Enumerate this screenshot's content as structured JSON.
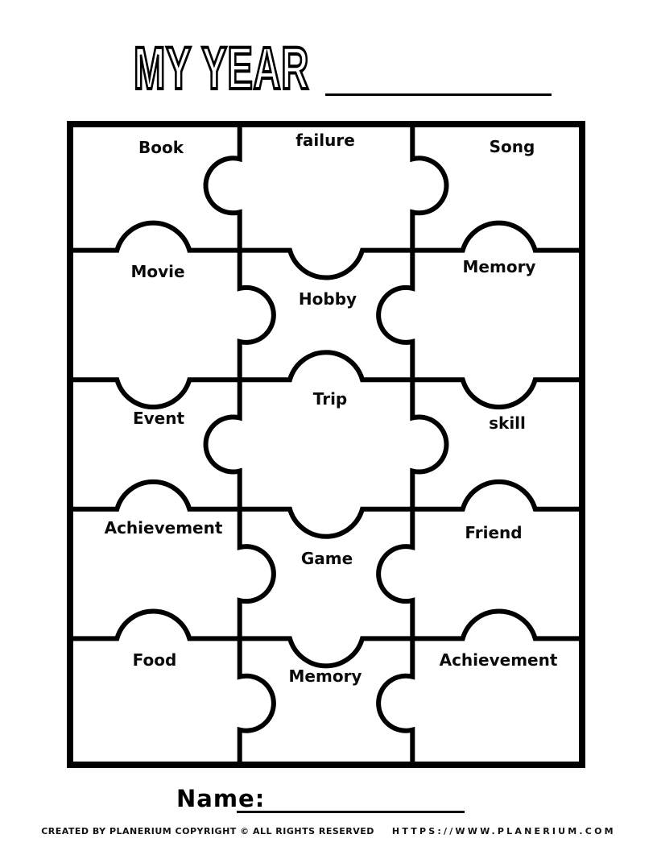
{
  "header": {
    "title": "MY YEAR"
  },
  "puzzle": {
    "rows": 5,
    "cols": 3,
    "line_color": "#000000",
    "background": "#ffffff",
    "pieces": [
      {
        "label": "Book"
      },
      {
        "label": "failure"
      },
      {
        "label": "Song"
      },
      {
        "label": "Movie"
      },
      {
        "label": "Hobby"
      },
      {
        "label": "Memory"
      },
      {
        "label": "Event"
      },
      {
        "label": "Trip"
      },
      {
        "label": "skill"
      },
      {
        "label": "Achievement"
      },
      {
        "label": "Game"
      },
      {
        "label": "Friend"
      },
      {
        "label": "Food"
      },
      {
        "label": "Memory"
      },
      {
        "label": "Achievement"
      }
    ]
  },
  "name_section": {
    "label": "Name:"
  },
  "footer": {
    "credit": "CREATED BY PLANERIUM COPYRIGHT © ALL RIGHTS RESERVED",
    "url": "HTTPS://WWW.PLANERIUM.COM"
  }
}
